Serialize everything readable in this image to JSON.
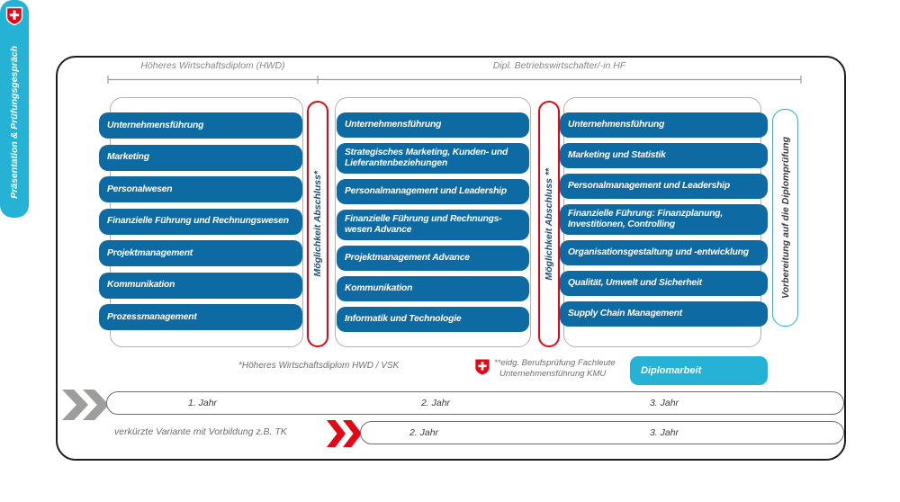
{
  "colors": {
    "module_blue": "#0e6aa3",
    "cyan": "#26b2d5",
    "swiss_red": "#e30613",
    "gray": "#9d9d9c",
    "text_gray": "#706f6f",
    "navy_text": "#1c4e7c"
  },
  "icons": {
    "flag": "swiss-shield-icon",
    "forward_gray": "double-chevron-icon",
    "forward_red": "double-chevron-icon"
  },
  "header": {
    "left_label": "Höheres Wirtschaftsdiplom (HWD)",
    "right_label": "Dipl. Betriebswirtschafter/-in HF"
  },
  "columns": [
    {
      "name": "hwd-modules",
      "modules": [
        "Unternehmensführung",
        "Marketing",
        "Personalwesen",
        "Finanzielle Führung und Rechnungswesen",
        "Projektmanagement",
        "Kommunikation",
        "Prozessmanagement"
      ]
    },
    {
      "name": "hf-year2-modules",
      "modules": [
        "Unternehmensführung",
        "Strategisches Marketing, Kunden- und\nLieferantenbeziehungen",
        "Personalmanagement und Leadership",
        "Finanzielle Führung und Rechnungs-\nwesen Advance",
        "Projektmanagement Advance",
        "Kommunikation",
        "Informatik und Technologie"
      ]
    },
    {
      "name": "hf-year3-modules",
      "modules": [
        "Unternehmensführung",
        "Marketing und Statistik",
        "Personalmanagement und Leadership",
        "Finanzielle Führung: Finanzplanung,\nInvestitionen, Controlling",
        "Organisationsgestaltung und -entwicklung",
        "Qualität, Umwelt und Sicherheit",
        "Supply Chain Management"
      ]
    }
  ],
  "divider_left_label": "Möglichkeit Abschluss*",
  "divider_right_label": "Möglichkeit Abschluss **",
  "prep_pill_label": "Vorbereitung auf die Diplomprüfung",
  "presentation_pill_label": "Präsentation & Prüfungsgespräch",
  "footnotes": {
    "left": "*Höheres Wirtschaftsdiplom HWD / VSK",
    "right_line1": "**eidg. Berufsprüfung Fachleute",
    "right_line2": "Unternehmensführung KMU"
  },
  "diplomarbeit_label": "Diplomarbeit",
  "timeline": {
    "full": {
      "labels": [
        "1. Jahr",
        "2. Jahr",
        "3. Jahr"
      ]
    },
    "short": {
      "caption": "verkürzte Variante mit Vorbildung z.B. TK",
      "labels": [
        "2. Jahr",
        "3. Jahr"
      ]
    }
  }
}
